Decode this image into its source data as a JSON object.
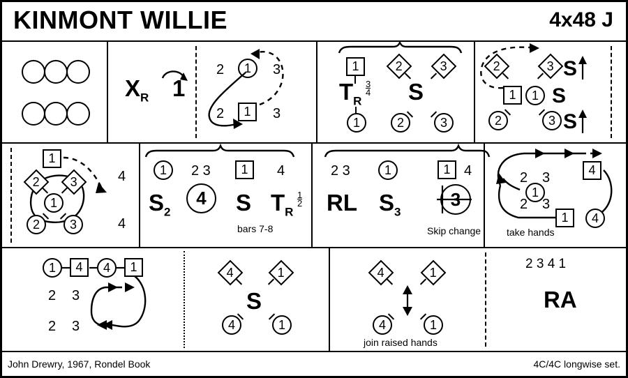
{
  "header": {
    "title": "KINMONT WILLIE",
    "meta": "4x48 J"
  },
  "footer": {
    "devisor": "John Drewry, 1967, Rondel Book",
    "set_type": "4C/4C longwise set."
  },
  "bars": [
    {
      "cells": [
        {
          "name": "set-formation",
          "tokens": [
            "",
            "",
            "",
            "",
            "",
            ""
          ]
        },
        {
          "name": "cross-right-hand",
          "figure": "X",
          "figure_sub": "R",
          "count": "1"
        },
        {
          "name": "first-couple-cast",
          "row_top": [
            "2",
            "1",
            "3"
          ],
          "row_bottom": [
            "2",
            "1",
            "3"
          ]
        },
        {
          "name": "turn-three-quarters-set",
          "row_top": [
            "1",
            "2",
            "3"
          ],
          "figures": [
            "T",
            "S"
          ],
          "figure_sub": "R",
          "fraction_num": "3",
          "fraction_den": "4",
          "row_bottom": [
            "1",
            "2",
            "3"
          ]
        },
        {
          "name": "set-advancing",
          "row_top": [
            "2",
            "3"
          ],
          "row_mid": [
            "1",
            "1"
          ],
          "row_bottom": [
            "2",
            "3"
          ],
          "figures": [
            "S",
            "S",
            "S"
          ]
        }
      ]
    },
    {
      "cells": [
        {
          "name": "circle-formation",
          "square": "1",
          "diamonds": [
            "2",
            "3"
          ],
          "center": "1",
          "circles": [
            "2",
            "3"
          ],
          "counts": [
            "4",
            "4"
          ]
        },
        {
          "name": "set-twice-turn-half",
          "row_top": [
            "1",
            "2 3",
            "1",
            "4"
          ],
          "figures": [
            "S",
            "4",
            "S",
            "T"
          ],
          "fig1_sub": "2",
          "fig4_sub": "R",
          "fraction_num": "1",
          "fraction_den": "2",
          "note": "bars 7-8"
        },
        {
          "name": "rights-and-lefts-set",
          "row_top": [
            "2 3",
            "1",
            "1",
            "4"
          ],
          "figures": [
            "RL",
            "S",
            "3"
          ],
          "fig2_sub": "3",
          "note": "Skip change"
        },
        {
          "name": "take-hands-loop",
          "row_top": [
            "2",
            "3"
          ],
          "center": "1",
          "row_bottom": [
            "2",
            "3"
          ],
          "square_right": "4",
          "square_low": "1",
          "circle_low": "4",
          "note": "take hands"
        }
      ]
    },
    {
      "cells": [
        {
          "name": "chain-loop",
          "chain": [
            "1",
            "4",
            "4",
            "1"
          ],
          "row_mid": [
            "2",
            "3"
          ],
          "row_bottom": [
            "2",
            "3"
          ]
        },
        {
          "name": "set-fourth-first",
          "diamonds": [
            "4",
            "1"
          ],
          "figure": "S",
          "circles": [
            "4",
            "1"
          ]
        },
        {
          "name": "join-raised-hands",
          "diamonds": [
            "4",
            "1"
          ],
          "circles": [
            "4",
            "1"
          ],
          "note": "join raised hands"
        },
        {
          "name": "right-allemande",
          "row_top": "2 3    4 1",
          "figure": "RA"
        }
      ]
    }
  ]
}
